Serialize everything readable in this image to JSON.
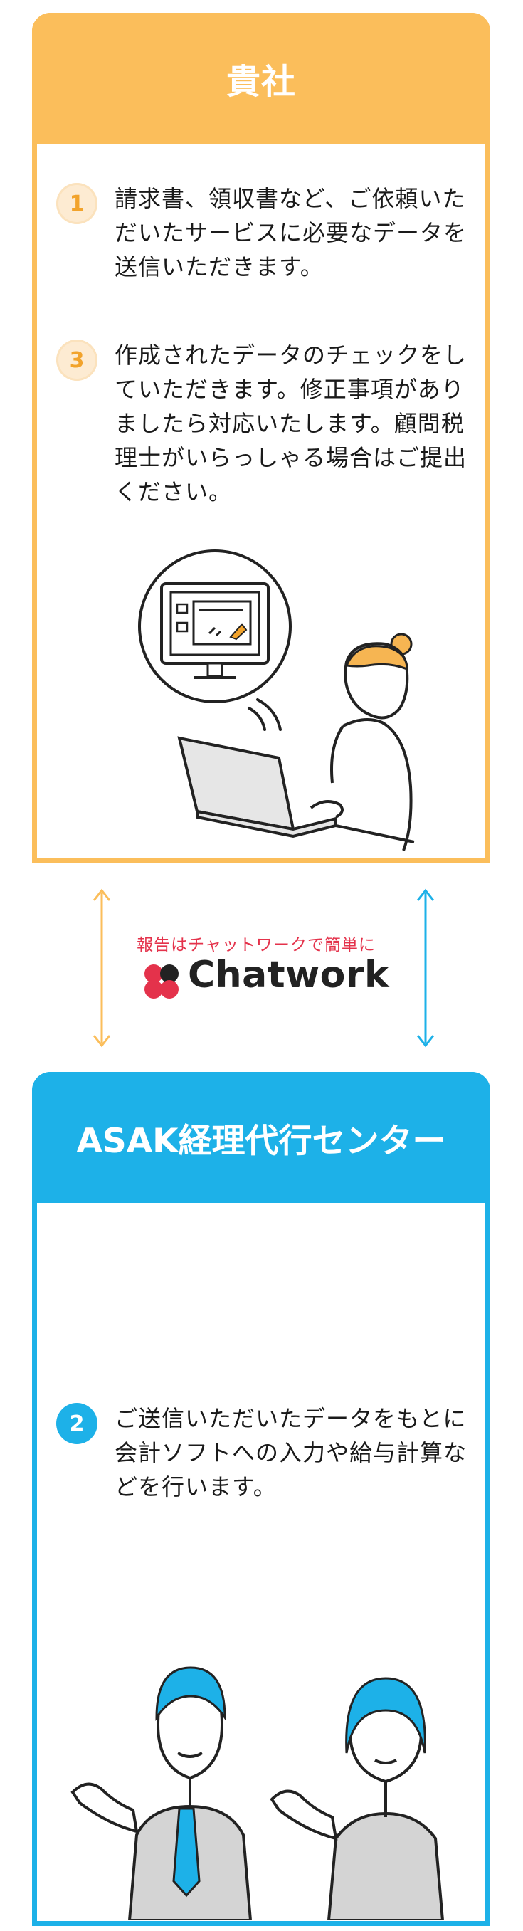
{
  "client": {
    "title": "貴社",
    "steps": [
      {
        "num": "1",
        "text": "請求書、領収書など、ご依頼いただいたサービスに必要なデータを送信いただきます。"
      },
      {
        "num": "3",
        "text": "作成されたデータのチェックをしていただきます。修正事項がありましたら対応いたします。顧問税理士がいらっしゃる場合はご提出ください。"
      }
    ]
  },
  "connector": {
    "caption": "報告はチャットワークで簡単に",
    "logo_text": "Chatwork"
  },
  "center": {
    "title": "ASAK経理代行センター",
    "steps": [
      {
        "num": "2",
        "text": "ご送信いただいたデータをもとに会計ソフトへの入力や給与計算などを行います。"
      }
    ]
  },
  "colors": {
    "orange": "#FBBE5B",
    "blue": "#1DB1E8",
    "chatwork_red": "#E4324B"
  }
}
